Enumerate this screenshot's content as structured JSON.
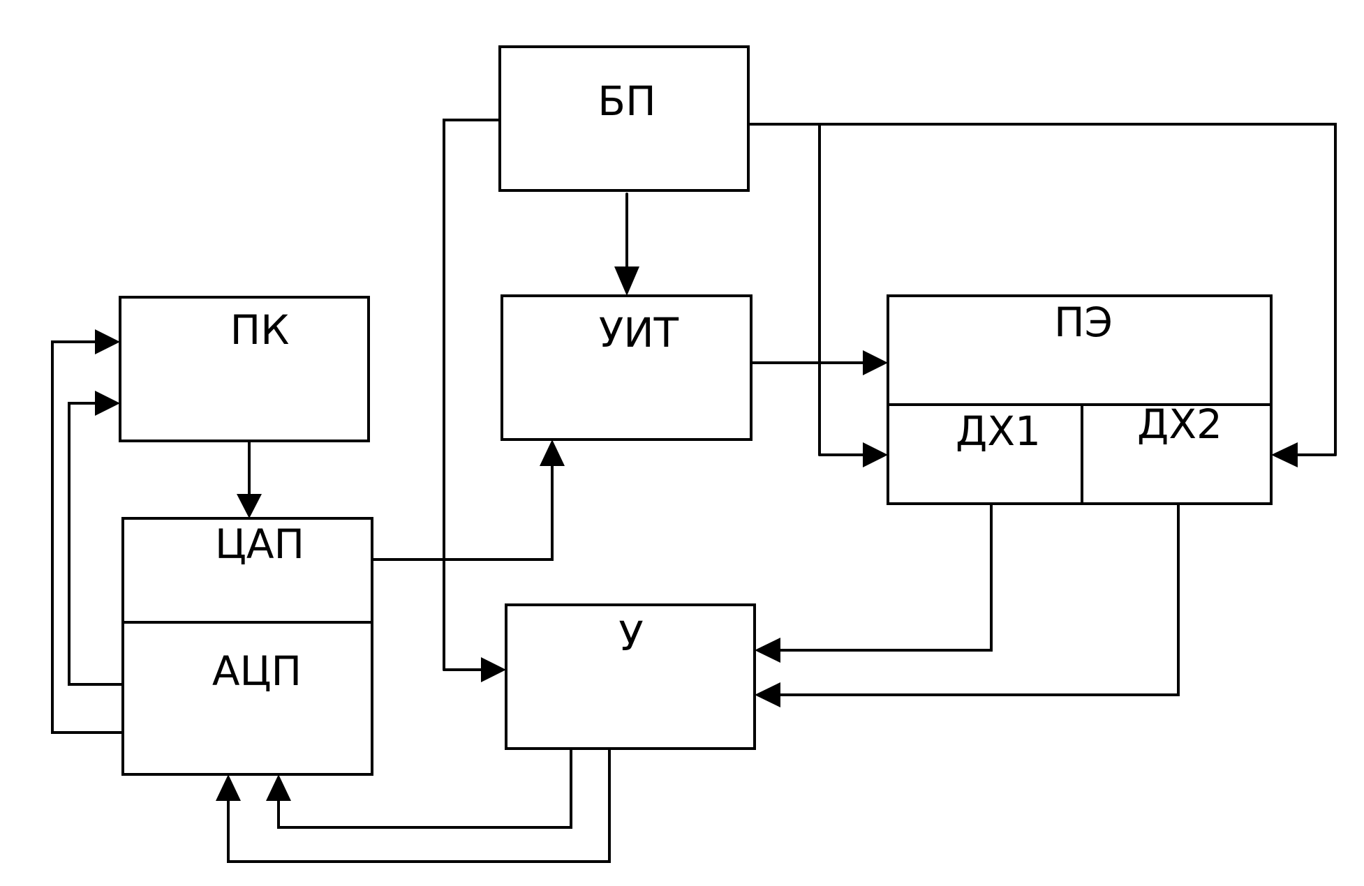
{
  "blocks": {
    "bp": "БП",
    "pk": "ПК",
    "uit": "УИТ",
    "pe": "ПЭ",
    "dx1": "ДХ1",
    "dx2": "ДХ2",
    "cap": "ЦАП",
    "acp": "АЦП",
    "u": "У"
  }
}
